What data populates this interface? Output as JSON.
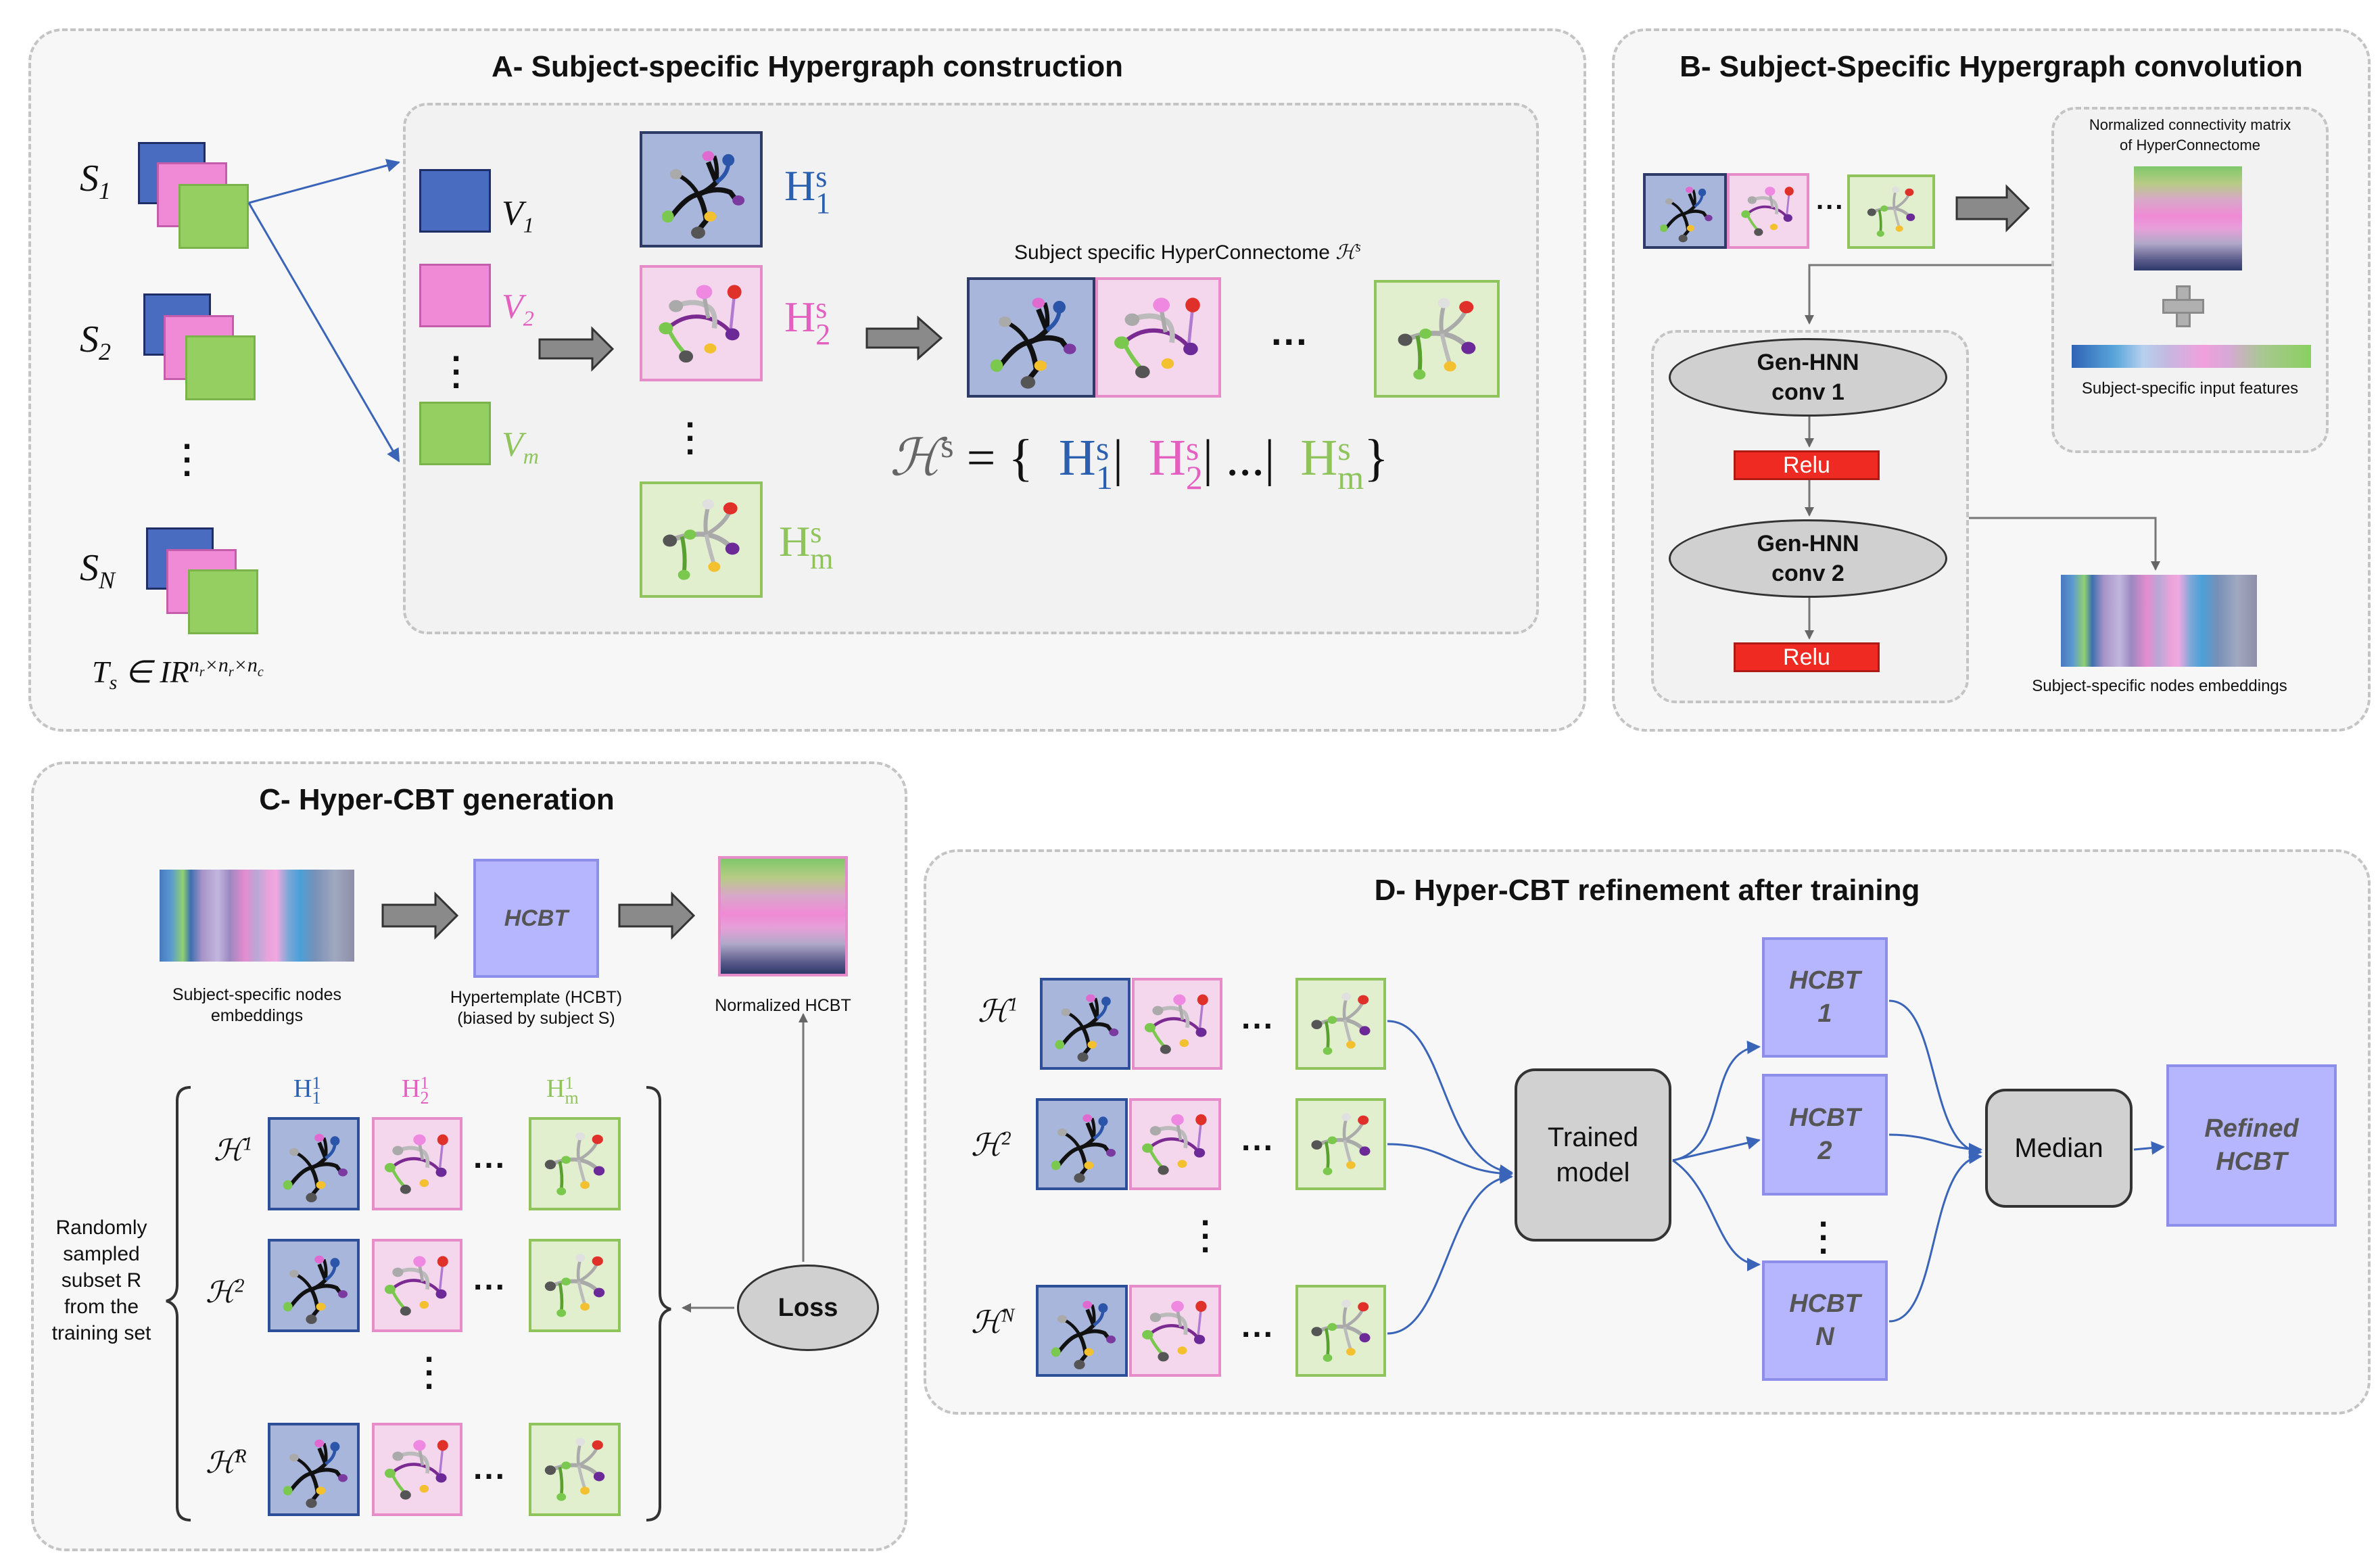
{
  "panels": {
    "a_title": "A- Subject-specific Hypergraph construction",
    "b_title": "B- Subject-Specific Hypergraph convolution",
    "c_title": "C- Hyper-CBT generation",
    "d_title": "D- Hyper-CBT refinement after training"
  },
  "panel_a": {
    "subjects": [
      {
        "base": "S",
        "sub": "1"
      },
      {
        "base": "S",
        "sub": "2"
      },
      {
        "base": "S",
        "sub": "N"
      }
    ],
    "tensor_formula": {
      "lhs": "T",
      "lhs_sub": "s",
      "rel": "∈ IR",
      "sup": "n",
      "sup_sub1": "r",
      "times1": "×n",
      "sup_sub2": "r",
      "times2": "×n",
      "sup_sub3": "c"
    },
    "views": [
      {
        "base": "V",
        "sub": "1"
      },
      {
        "base": "V",
        "sub": "2"
      },
      {
        "base": "V",
        "sub": "m"
      }
    ],
    "hypergraphs": [
      {
        "base": "H",
        "sup": "s",
        "sub": "1"
      },
      {
        "base": "H",
        "sup": "s",
        "sub": "2"
      },
      {
        "base": "H",
        "sup": "s",
        "sub": "m"
      }
    ],
    "hyperconnectome_caption": "Subject specific HyperConnectome ",
    "hyperconnectome_caption_symbol": "ℋ",
    "hyperconnectome_caption_sup": "s",
    "ellipsis": "...",
    "formula": {
      "lhs": "ℋ",
      "lhs_sup": "s",
      "eq": "= {",
      "sep": "|",
      "dots": "...",
      "close": "}"
    }
  },
  "panel_b": {
    "ellipsis": "...",
    "norm_caption_1": "Normalized connectivity matrix",
    "norm_caption_2": "of HyperConnectome",
    "input_features_caption": "Subject-specific input features",
    "conv1_line1": "Gen-HNN",
    "conv1_line2": "conv 1",
    "conv2_line1": "Gen-HNN",
    "conv2_line2": "conv 2",
    "relu": "Relu",
    "embeddings_caption": "Subject-specific nodes embeddings"
  },
  "panel_c": {
    "embeddings_caption_1": "Subject-specific nodes",
    "embeddings_caption_2": "embeddings",
    "hcbt_label": "HCBT",
    "hypertemplate_caption_1": "Hypertemplate (HCBT)",
    "hypertemplate_caption_2": "(biased by subject S)",
    "normalized_caption": "Normalized  HCBT",
    "columns": [
      {
        "base": "H",
        "sup": "1",
        "sub": "1"
      },
      {
        "base": "H",
        "sup": "1",
        "sub": "2"
      },
      {
        "base": "H",
        "sup": "1",
        "sub": "m"
      }
    ],
    "rows": [
      {
        "base": "ℋ",
        "sup": "1"
      },
      {
        "base": "ℋ",
        "sup": "2"
      },
      {
        "base": "ℋ",
        "sup": "R"
      }
    ],
    "subset_lines": [
      "Randomly",
      "sampled",
      "subset R",
      "from the",
      "training set"
    ],
    "ellipsis": "...",
    "loss": "Loss"
  },
  "panel_d": {
    "rows": [
      {
        "base": "ℋ",
        "sup": "1"
      },
      {
        "base": "ℋ",
        "sup": "2"
      },
      {
        "base": "ℋ",
        "sup": "N"
      }
    ],
    "ellipsis": "...",
    "trained_model_1": "Trained",
    "trained_model_2": "model",
    "hcbts": [
      {
        "line1": "HCBT",
        "line2": "1"
      },
      {
        "line1": "HCBT",
        "line2": "2"
      },
      {
        "line1": "HCBT",
        "line2": "N"
      }
    ],
    "median": "Median",
    "refined_1": "Refined",
    "refined_2": "HCBT"
  },
  "colors": {
    "blue": "#2d4f9a",
    "pink": "#e35fc0",
    "green": "#8fc35c",
    "relu": "#ee2a22",
    "hcbt": "#b6b6ff"
  }
}
